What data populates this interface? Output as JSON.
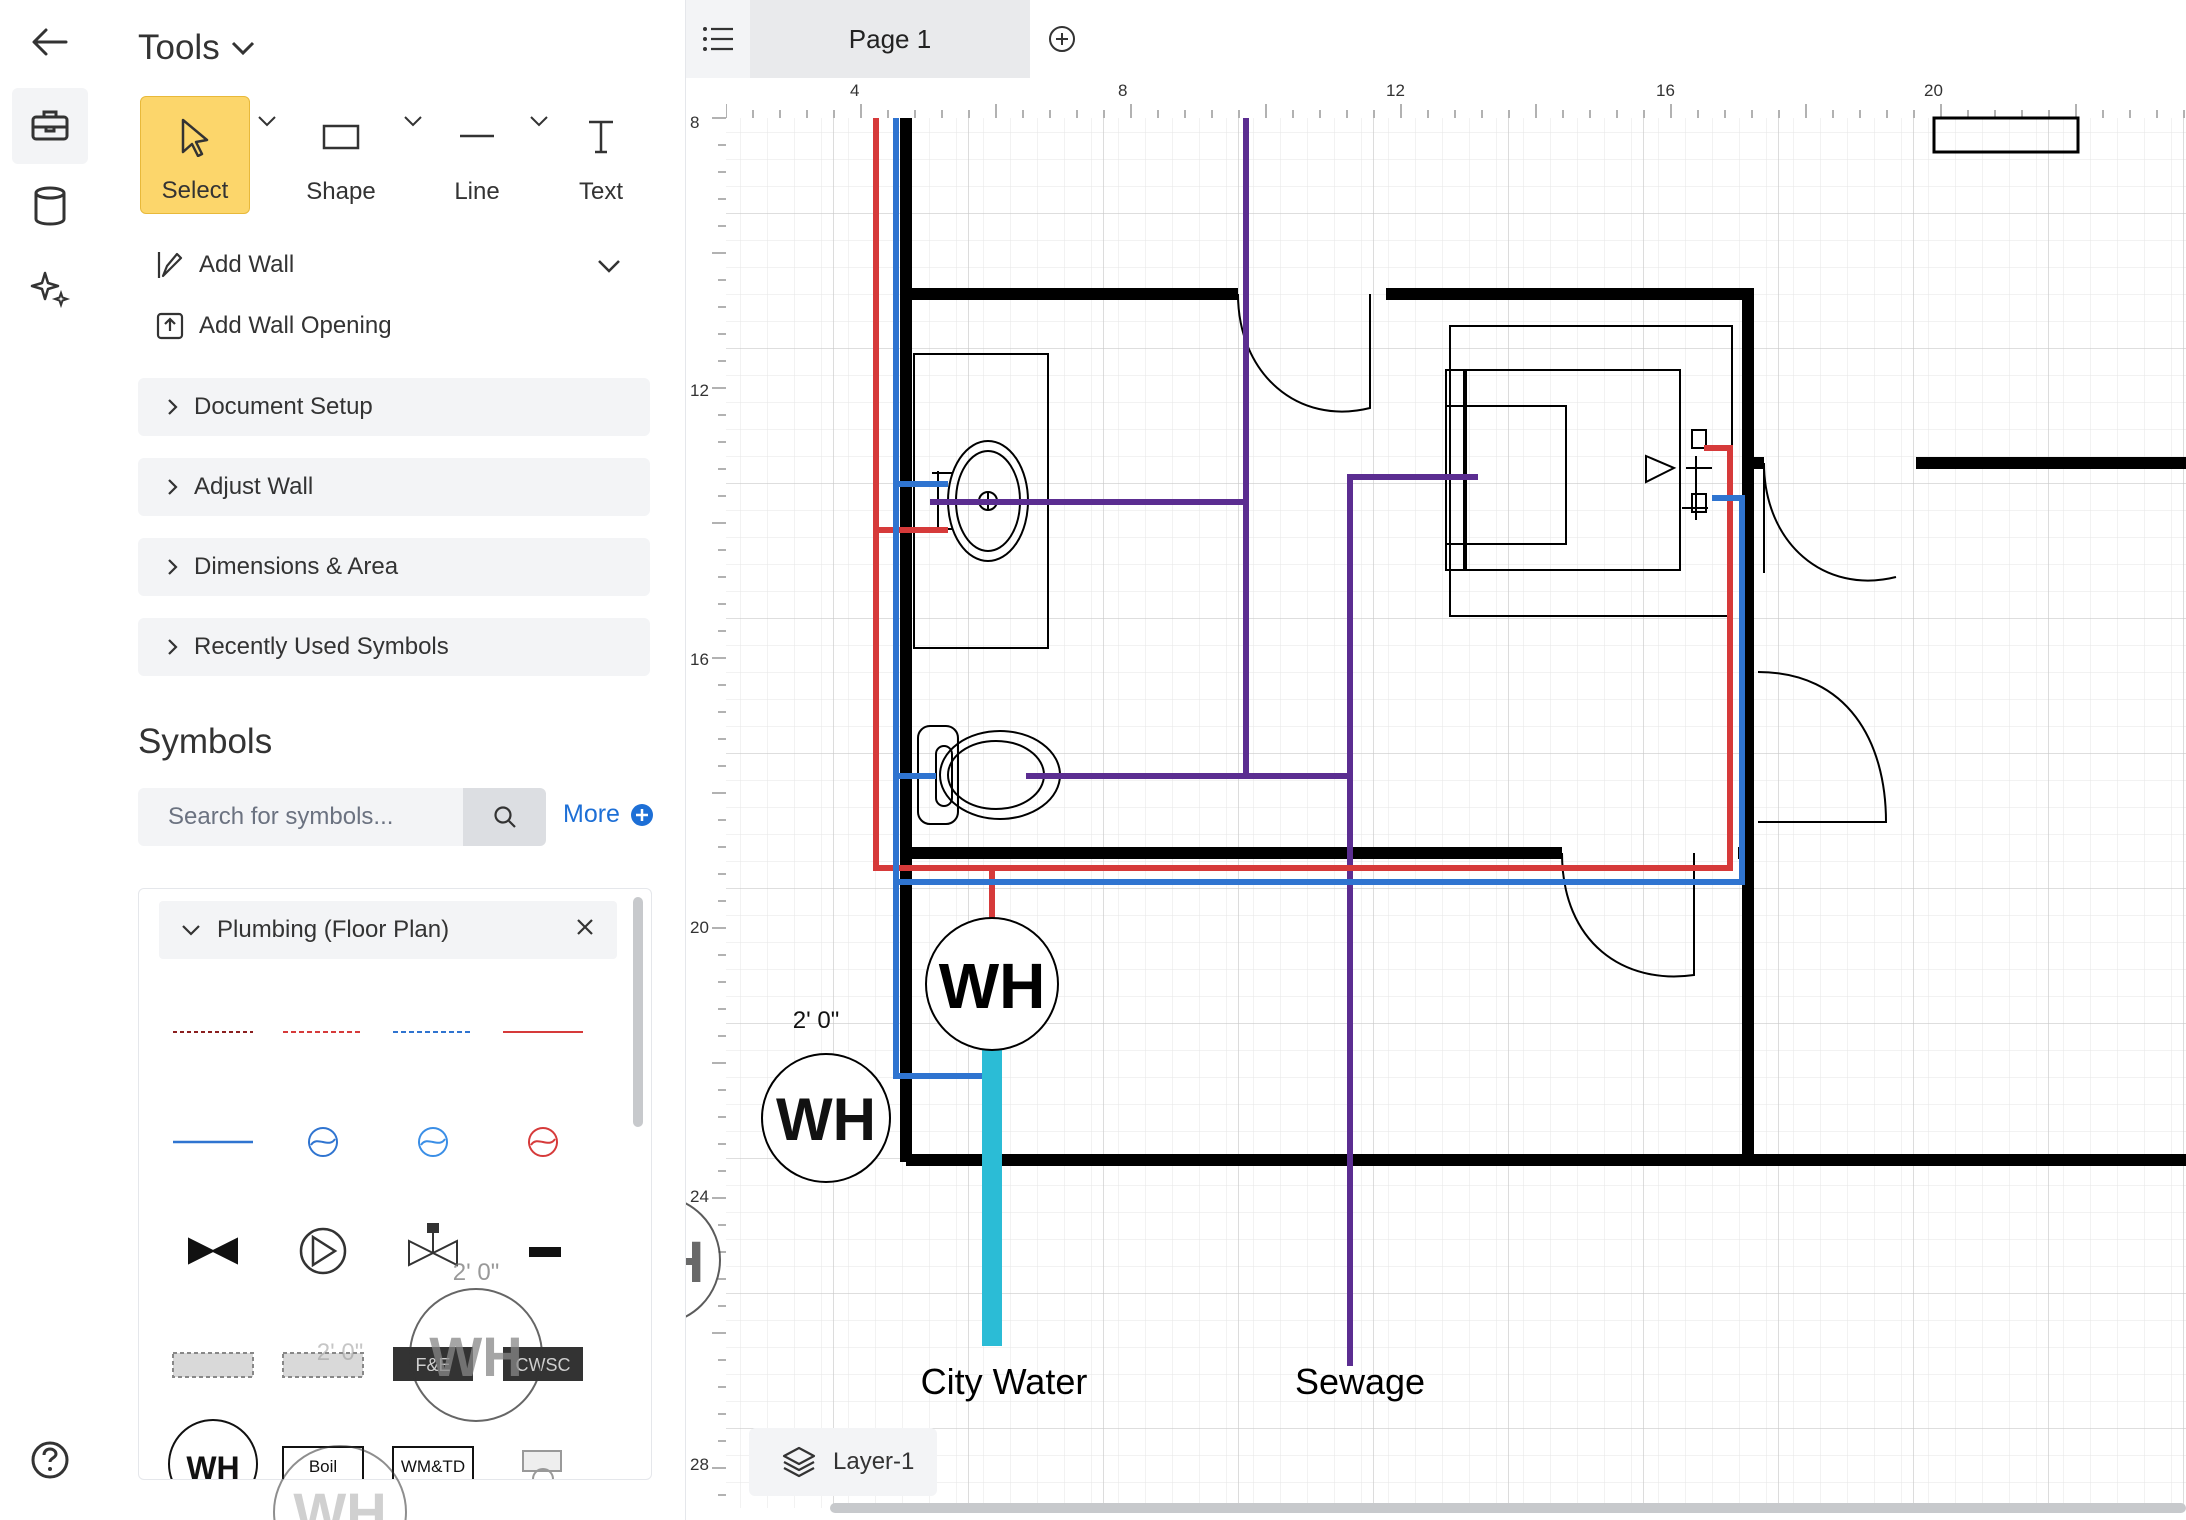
{
  "tools": {
    "title": "Tools",
    "items": [
      {
        "name": "select",
        "label": "Select"
      },
      {
        "name": "shape",
        "label": "Shape"
      },
      {
        "name": "line",
        "label": "Line"
      },
      {
        "name": "text",
        "label": "Text"
      }
    ],
    "add_wall": "Add Wall",
    "add_wall_opening": "Add Wall Opening"
  },
  "sections": [
    "Document Setup",
    "Adjust Wall",
    "Dimensions & Area",
    "Recently Used Symbols"
  ],
  "symbols": {
    "title": "Symbols",
    "search_placeholder": "Search for symbols...",
    "more_label": "More",
    "library_name": "Plumbing (Floor Plan)",
    "tiles": {
      "fs": "F&E",
      "cwsc": "CWSC",
      "wh": "WH",
      "boiler": "Boil",
      "wmtd": "WM&TD"
    }
  },
  "canvas": {
    "menu_icon": "hamburger-icon",
    "page_tab": "Page 1",
    "ruler_top": [
      "4",
      "8",
      "12",
      "16",
      "20"
    ],
    "ruler_left": [
      "8",
      "12",
      "16",
      "20",
      "24",
      "28"
    ],
    "labels": {
      "city_water": "City Water",
      "sewage": "Sewage"
    },
    "water_heater": "WH",
    "dimension": "2' 0\"",
    "layer": "Layer-1"
  },
  "colors": {
    "accent": "#fcd66b",
    "link": "#1d6fd6",
    "hot": "#d63a3a",
    "cold": "#2f74d0",
    "sewage": "#5b2d91",
    "city_water": "#2bbcd6"
  }
}
